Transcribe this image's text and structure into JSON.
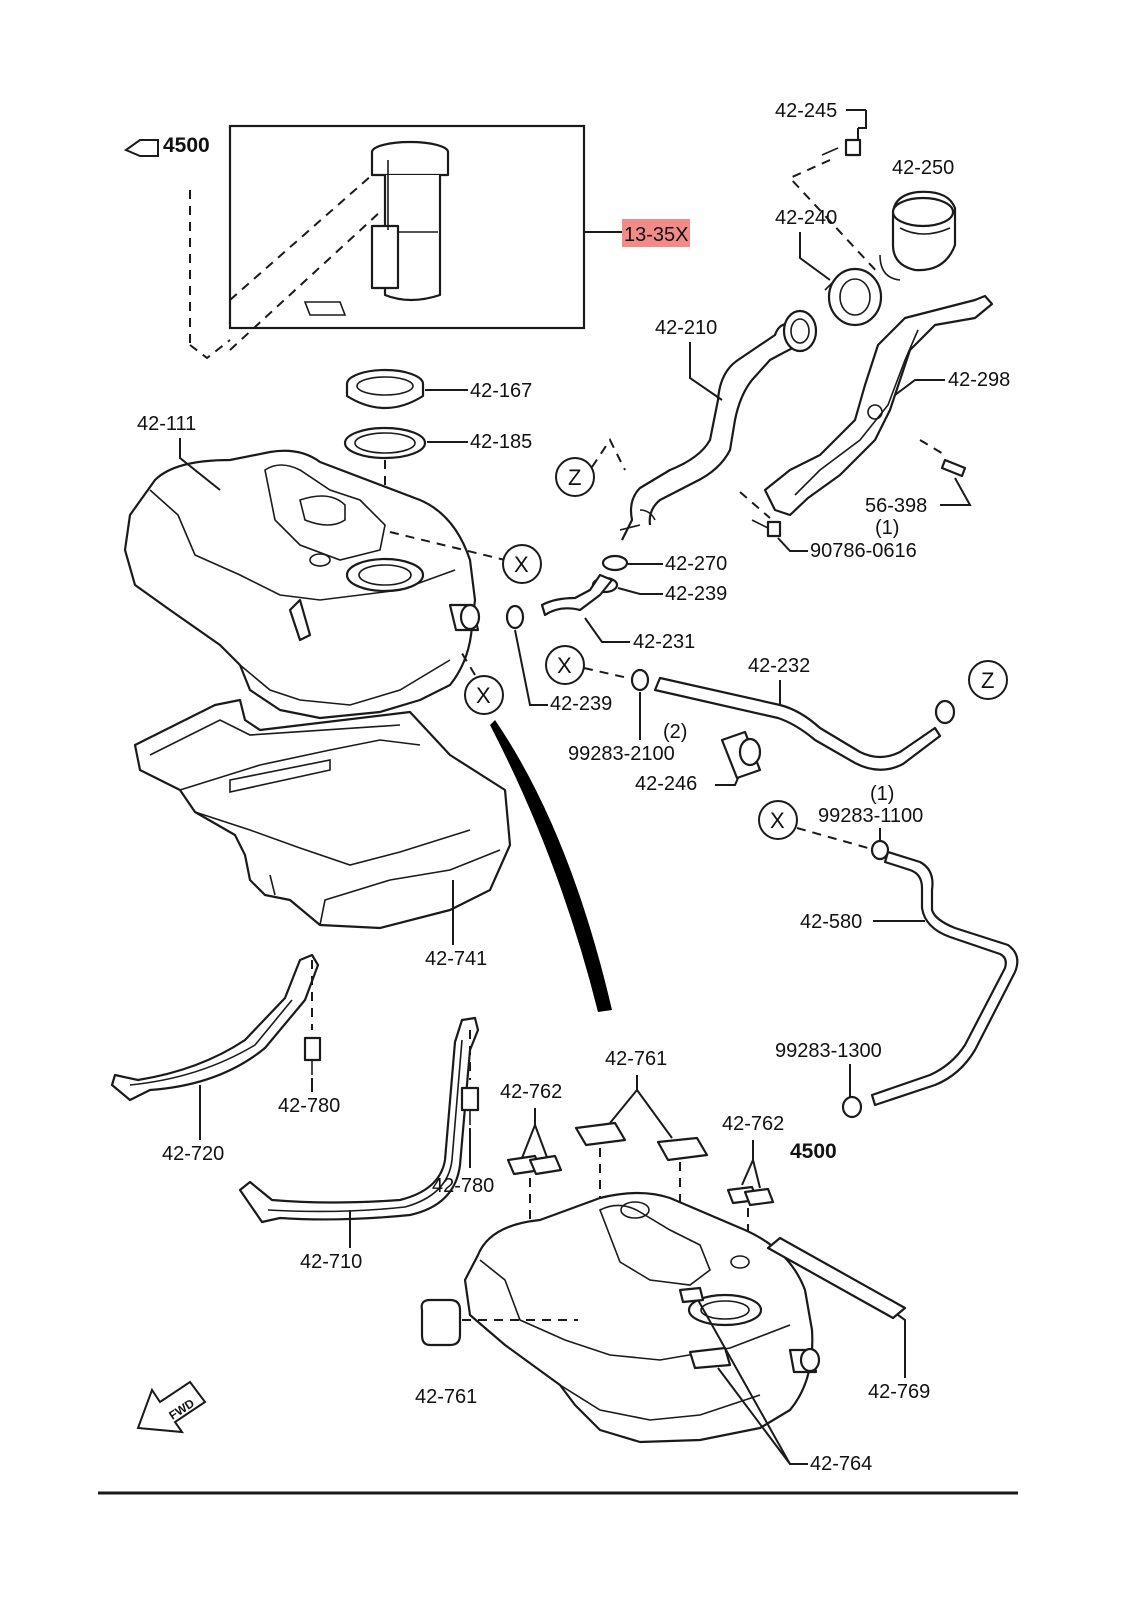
{
  "callouts": {
    "ref_4500_top": "4500",
    "assembly_13_35x": "13-35X",
    "p_42_245": "42-245",
    "p_42_250": "42-250",
    "p_42_240": "42-240",
    "p_42_210": "42-210",
    "p_42_298": "42-298",
    "p_42_167": "42-167",
    "p_42_185": "42-185",
    "p_42_111": "42-111",
    "p_56_398": "56-398",
    "q_56_398": "(1)",
    "p_90786_0616": "90786-0616",
    "p_42_270": "42-270",
    "p_42_239_a": "42-239",
    "p_42_231": "42-231",
    "p_42_232": "42-232",
    "p_42_239_b": "42-239",
    "p_99283_2100": "99283-2100",
    "q_99283_2100": "(2)",
    "p_42_246": "42-246",
    "q_99283_1100": "(1)",
    "p_99283_1100": "99283-1100",
    "p_42_580": "42-580",
    "p_42_741": "42-741",
    "p_42_780_a": "42-780",
    "p_42_720": "42-720",
    "p_42_780_b": "42-780",
    "p_42_710": "42-710",
    "p_42_761_top": "42-761",
    "p_42_762_left": "42-762",
    "p_42_762_right": "42-762",
    "p_99283_1300": "99283-1300",
    "ref_4500_bottom": "4500",
    "p_42_761_left": "42-761",
    "p_42_769": "42-769",
    "p_42_764": "42-764"
  },
  "connection_marks": {
    "z_upper": "Z",
    "x_tank": "X",
    "x_lower": "X",
    "x_hose": "X",
    "z_right": "Z",
    "x_breather": "X"
  },
  "direction_arrow": "FWD",
  "colors": {
    "line": "#1a1a1a",
    "highlight": "#f28a8a"
  }
}
